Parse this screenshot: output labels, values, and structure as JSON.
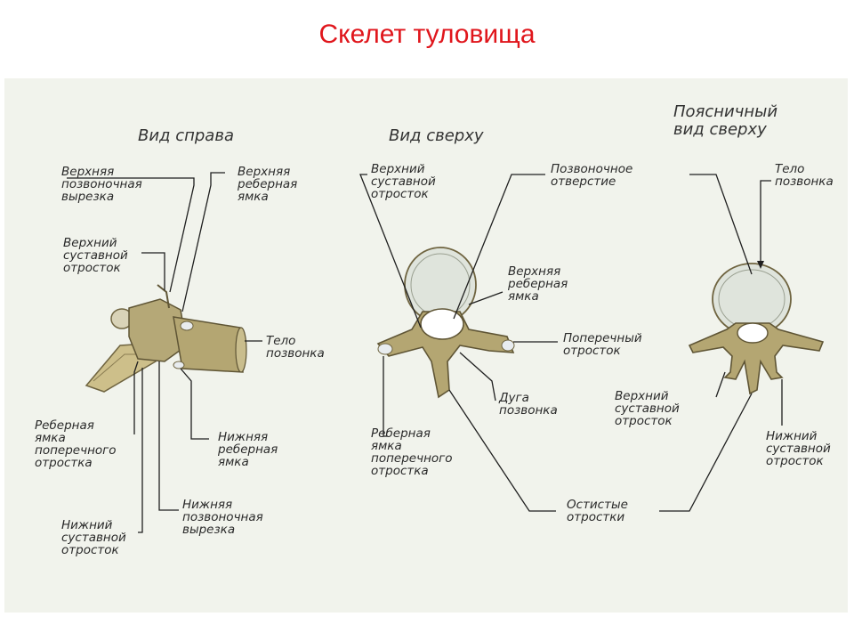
{
  "title": "Скелет туловища",
  "views": {
    "side": "Вид справа",
    "top": "Вид сверху",
    "lumbar": "Поясничный\nвид сверху"
  },
  "labels": {
    "side_upper_vert_notch": "Верхняя\nпозвоночная\nвырезка",
    "side_upper_costal_fovea": "Верхняя\nреберная\nямка",
    "side_upper_artic_process": "Верхний\nсуставной\nотросток",
    "side_body": "Тело\nпозвонка",
    "side_transverse_costal_fovea": "Реберная\nямка\nпоперечного\nотростка",
    "side_lower_costal_fovea": "Нижняя\nреберная\nямка",
    "side_lower_vert_notch": "Нижняя\nпозвоночная\nвырезка",
    "side_lower_artic_process": "Нижний\nсуставной\nотросток",
    "top_upper_artic_process": "Верхний\nсуставной\nотросток",
    "top_vert_foramen": "Позвоночное\nотверстие",
    "top_upper_costal_fovea": "Верхняя\nреберная\nямка",
    "top_transverse_process": "Поперечный\nотросток",
    "top_arch": "Дуга\nпозвонка",
    "top_transverse_costal_fovea": "Реберная\nямка\nпоперечного\nотростка",
    "spinous_processes": "Остистые\nотростки",
    "lumbar_body": "Тело\nпозвонка",
    "lumbar_upper_artic_process": "Верхний\nсуставной\nотросток",
    "lumbar_lower_artic_process": "Нижний\nсуставной\nотросток"
  },
  "colors": {
    "title": "#e0161c",
    "bone": "#b9ad7e",
    "bone_dark": "#6f6440",
    "disc": "#dfe4dc",
    "background": "#f1f3ec"
  }
}
